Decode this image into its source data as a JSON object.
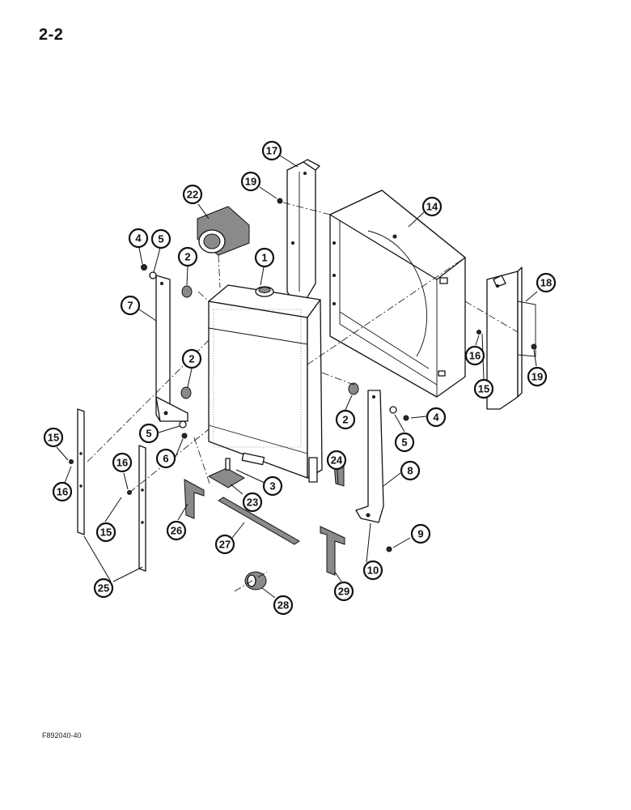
{
  "page": {
    "number": "2-2",
    "figure_id": "F892040-40"
  },
  "callouts": [
    {
      "label": "17"
    },
    {
      "label": "19"
    },
    {
      "label": "22"
    },
    {
      "label": "14"
    },
    {
      "label": "4"
    },
    {
      "label": "5"
    },
    {
      "label": "2"
    },
    {
      "label": "1"
    },
    {
      "label": "18"
    },
    {
      "label": "7"
    },
    {
      "label": "2"
    },
    {
      "label": "16"
    },
    {
      "label": "19"
    },
    {
      "label": "15"
    },
    {
      "label": "2"
    },
    {
      "label": "4"
    },
    {
      "label": "15"
    },
    {
      "label": "5"
    },
    {
      "label": "5"
    },
    {
      "label": "6"
    },
    {
      "label": "16"
    },
    {
      "label": "24"
    },
    {
      "label": "8"
    },
    {
      "label": "3"
    },
    {
      "label": "16"
    },
    {
      "label": "23"
    },
    {
      "label": "15"
    },
    {
      "label": "26"
    },
    {
      "label": "27"
    },
    {
      "label": "9"
    },
    {
      "label": "10"
    },
    {
      "label": "25"
    },
    {
      "label": "29"
    },
    {
      "label": "28"
    }
  ]
}
